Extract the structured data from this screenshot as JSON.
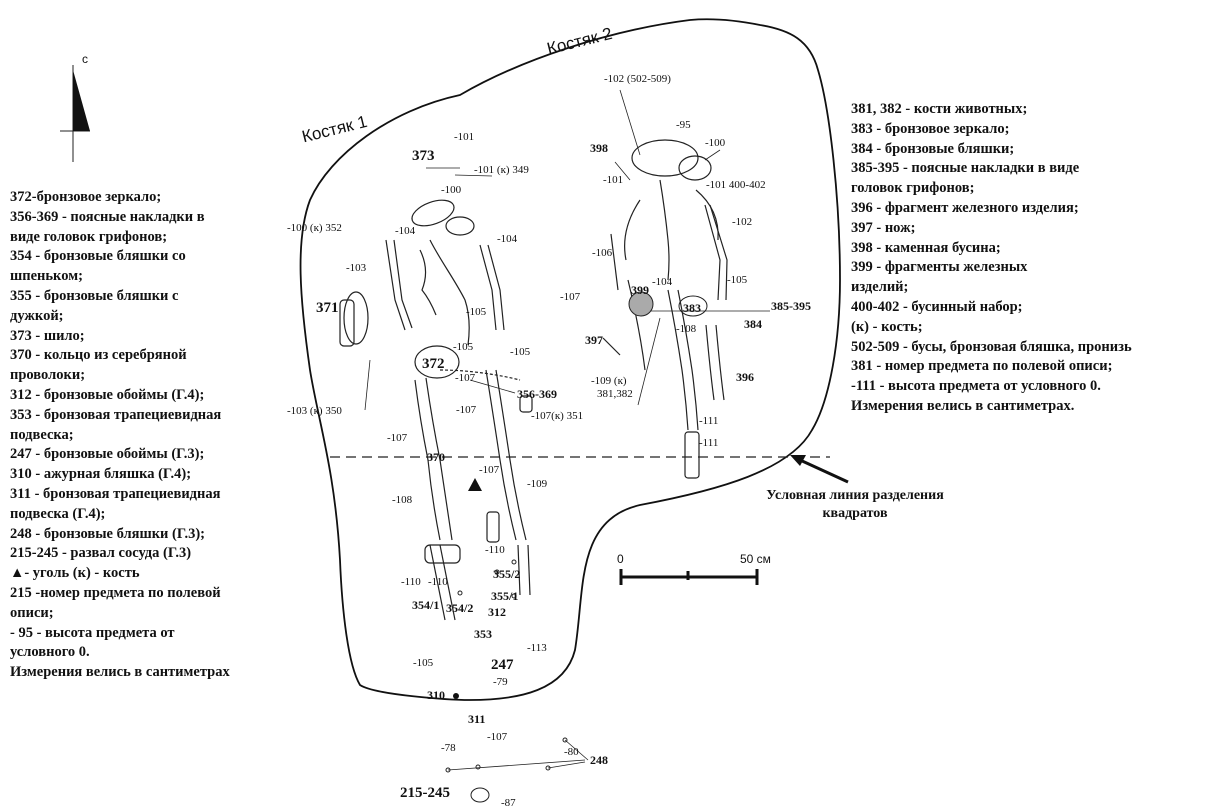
{
  "north_label": "c",
  "skeleton_titles": {
    "s1": "Костяк 1",
    "s2": "Костяк 2"
  },
  "legend_left": [
    "372-бронзовое зеркало;",
    "356-369 - поясные накладки в",
    "виде головок грифонов;",
    "354 - бронзовые бляшки со",
    "шпеньком;",
    "355 - бронзовые бляшки с",
    "дужкой;",
    "373 - шило;",
    "370 - кольцо из серебряной",
    "проволоки;",
    "312 - бронзовые обоймы (Г.4);",
    "353 - бронзовая трапециевидная",
    "подвеска;",
    "247 - бронзовые обоймы (Г.3);",
    "310 - ажурная бляшка (Г.4);",
    "311 - бронзовая трапециевидная",
    "подвеска (Г.4);",
    "248 - бронзовые бляшки (Г.3);",
    "215-245  - развал сосуда (Г.3)",
    "▲- уголь  (к) - кость",
    "215 -номер предмета по полевой",
    "описи;",
    "- 95 - высота предмета от",
    "условного 0.",
    "Измерения велись в сантиметрах"
  ],
  "legend_right": [
    "381, 382 - кости животных;",
    "383 - бронзовое зеркало;",
    "384 - бронзовые бляшки;",
    "385-395 - поясные накладки в виде",
    "головок грифонов;",
    "396 - фрагмент железного изделия;",
    "397 - нож;",
    "398 - каменная бусина;",
    "399 - фрагменты железных",
    "изделий;",
    "400-402 - бусинный набор;",
    "(к) - кость;",
    "502-509 - бусы, бронзовая бляшка, пронизь",
    "381 - номер предмета по полевой описи;",
    "-111 - высота предмета от условного 0.",
    "Измерения велись в сантиметрах."
  ],
  "division_caption": [
    "Условная линия разделения",
    "квадратов"
  ],
  "scale": {
    "start": "0",
    "end": "50 см"
  },
  "labels": {
    "l102_502": "-102 (502-509)",
    "l95": "-95",
    "l100b": "-100",
    "l398": "398",
    "l101b": "-101",
    "l101_400": "-101 400-402",
    "l102": "-102",
    "l106": "-106",
    "l399": "399",
    "l104b": "-104",
    "l105b": "-105",
    "l383": "383",
    "l385": "385-395",
    "l384": "384",
    "l108b": "-108",
    "l107b": "-107",
    "l397": "397",
    "l109k": "-109 (к)",
    "l381": "381,382",
    "l396": "396",
    "l111a": "-111",
    "l111b": "-111",
    "l101a": "-101",
    "l373": "373",
    "l101k": "-101 (к) 349",
    "l100a": "-100",
    "l100k": "-100 (к) 352",
    "l104a": "-104",
    "l104c": "-104",
    "l103": "-103",
    "l371": "371",
    "l105a": "-105",
    "l105c": "-105",
    "l105d": "-105",
    "l372": "372",
    "l356": "356-369",
    "l107a": "-107",
    "l103k": "-103 (к) 350",
    "l107c": "-107",
    "l107k": "-107(к) 351",
    "l107d": "-107",
    "l370": "370",
    "l107e": "-107",
    "l108a": "-108",
    "l109": "-109",
    "l110a": "-110",
    "l110b": "-110",
    "l110c": "-110",
    "l355_2": "355/2",
    "l355_1": "355/1",
    "l354_1": "354/1",
    "l354_2": "354/2",
    "l312": "312",
    "l353": "353",
    "l113": "-113",
    "l105e": "-105",
    "l247": "247",
    "l79": "-79",
    "l310": "310",
    "l311": "311",
    "l107f": "-107",
    "l78": "-78",
    "l80": "-80",
    "l248": "248",
    "l215": "215-245",
    "l87": "-87"
  }
}
